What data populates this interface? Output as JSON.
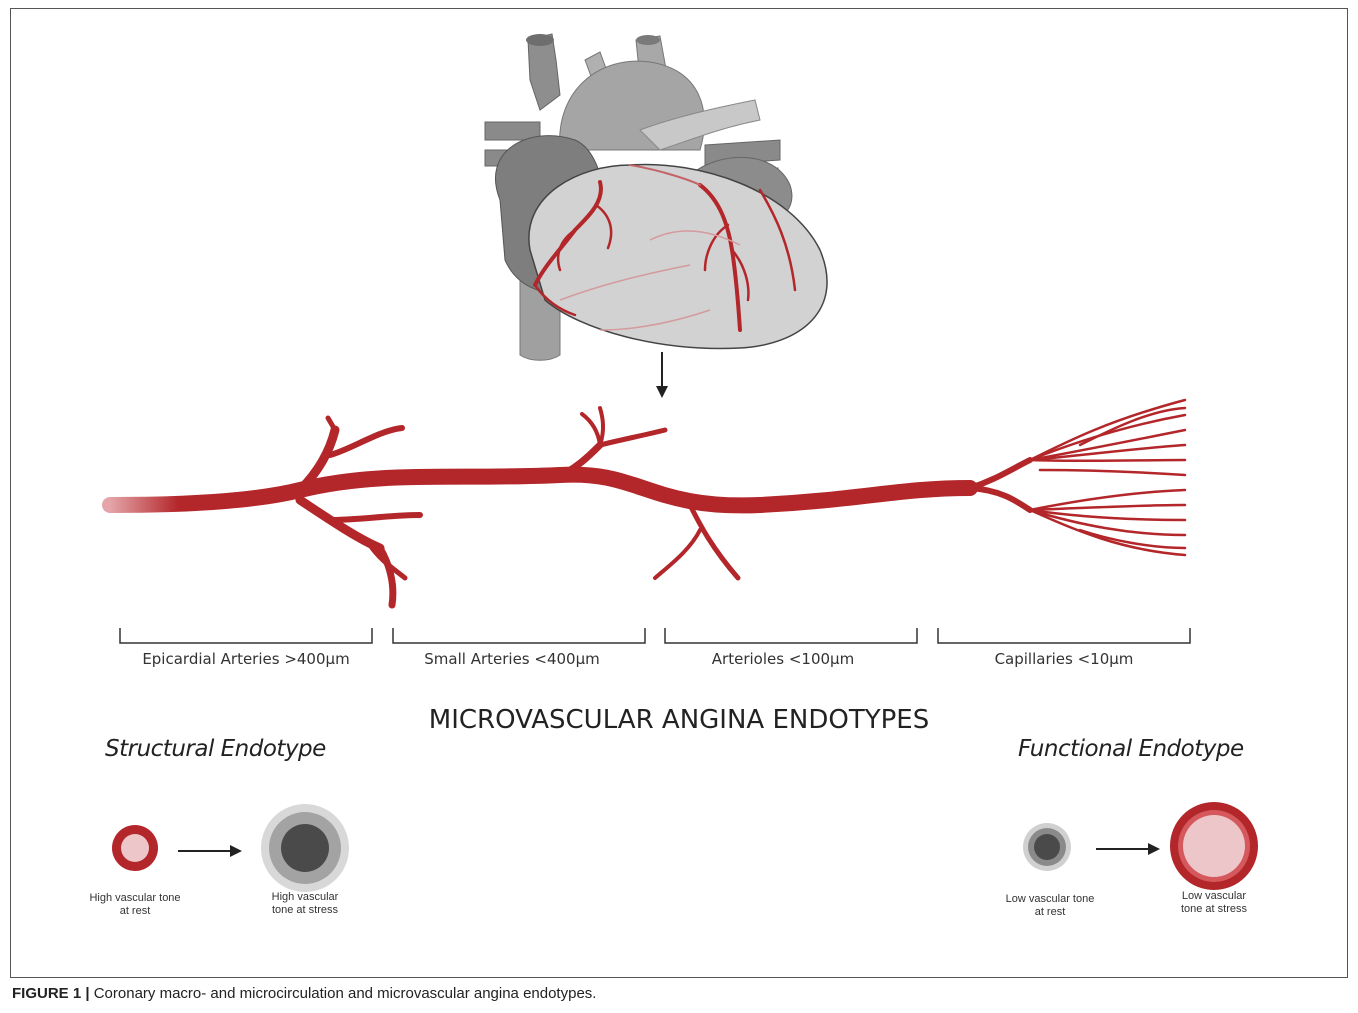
{
  "scale_labels": {
    "epicardial": "Epicardial Arteries >400μm",
    "small": "Small Arteries <400μm",
    "arterioles": "Arterioles <100μm",
    "capillaries": "Capillaries <10μm"
  },
  "main_title": "MICROVASCULAR ANGINA ENDOTYPES",
  "structural": {
    "title": "Structural Endotype",
    "rest_label": "High vascular tone at rest",
    "stress_label": "High vascular tone at stress"
  },
  "functional": {
    "title": "Functional Endotype",
    "rest_label": "Low vascular tone at rest",
    "stress_label": "Low vascular tone at stress"
  },
  "caption": {
    "label": "FIGURE 1 |",
    "text": "Coronary macro- and microcirculation and microvascular angina endotypes."
  },
  "colors": {
    "vessel_red": "#b3262a",
    "vessel_light": "#e8c0c4",
    "heart_gray": "#9a9a9a",
    "occlusion_dark": "#4a4a4a"
  },
  "icons": [
    "heart-illustration",
    "down-arrow-icon",
    "right-arrow-icon"
  ]
}
